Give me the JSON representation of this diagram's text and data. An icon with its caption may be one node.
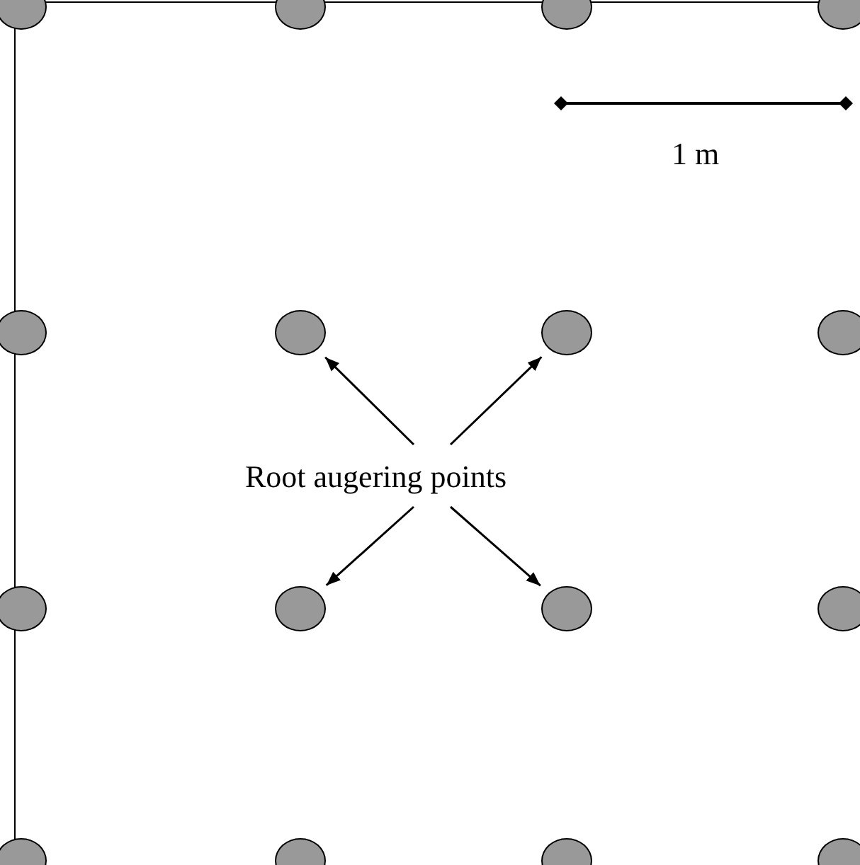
{
  "diagram": {
    "nodes": [
      {
        "text": [],
        "shape": "circle"
      },
      {
        "text": [],
        "shape": "circle"
      },
      {
        "text": [],
        "shape": "circle"
      },
      {
        "text": [],
        "shape": "circle"
      },
      {
        "text": [],
        "shape": "circle"
      },
      {
        "text": [],
        "shape": "circle"
      },
      {
        "text": [],
        "shape": "circle"
      },
      {
        "text": [],
        "shape": "circle"
      },
      {
        "text": [
          "Root augering points"
        ]
      },
      {
        "text": [],
        "shape": "circle"
      },
      {
        "text": [],
        "shape": "circle"
      },
      {
        "text": [],
        "shape": "circle"
      },
      {
        "text": [],
        "shape": "circle"
      },
      {
        "text": [],
        "shape": "circle"
      },
      {
        "text": [],
        "shape": "circle"
      },
      {
        "text": [],
        "shape": "circle"
      },
      {
        "text": [],
        "shape": "circle"
      }
    ],
    "edges": [
      {
        "from": 8,
        "to": 5,
        "arrow": "to"
      },
      {
        "from": 8,
        "to": 6,
        "arrow": "to"
      },
      {
        "from": 8,
        "to": 10,
        "arrow": "to"
      },
      {
        "from": 8,
        "to": 11,
        "arrow": "to"
      }
    ],
    "labels": [
      "1 m"
    ]
  }
}
